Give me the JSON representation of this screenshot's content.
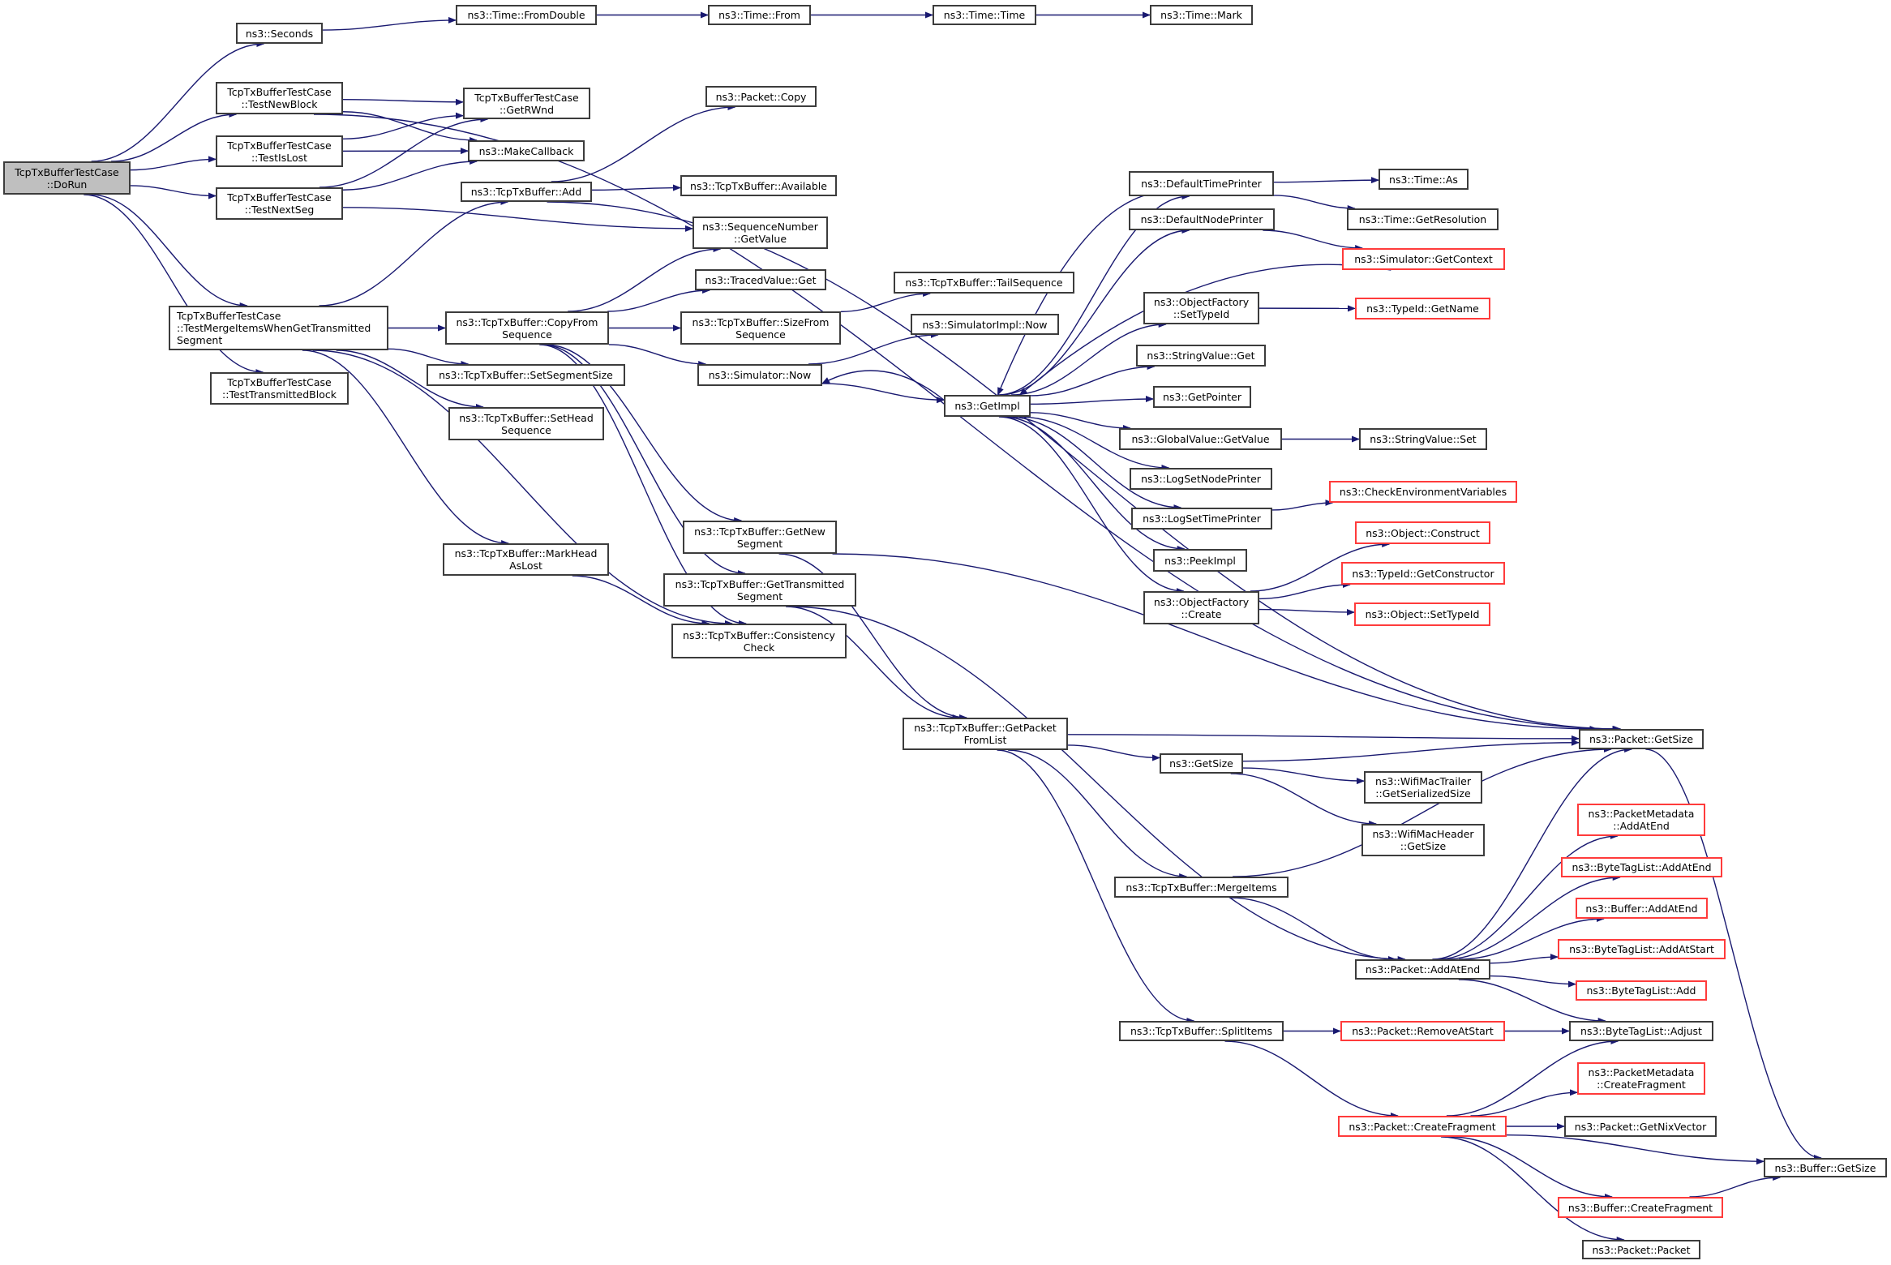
{
  "diagram": {
    "type": "call-graph",
    "edge_color": "#191970",
    "root_fill": "#bfbfbf",
    "normal_border": "#3c3c3c",
    "truncated_border": "#ff3b3b",
    "nodes": [
      {
        "id": "dorun",
        "label": "TcpTxBufferTestCase\n::DoRun",
        "style": "root"
      },
      {
        "id": "seconds",
        "label": "ns3::Seconds"
      },
      {
        "id": "fromdouble",
        "label": "ns3::Time::FromDouble"
      },
      {
        "id": "timefrom",
        "label": "ns3::Time::From"
      },
      {
        "id": "timetime",
        "label": "ns3::Time::Time"
      },
      {
        "id": "timemark",
        "label": "ns3::Time::Mark"
      },
      {
        "id": "testnewblock",
        "label": "TcpTxBufferTestCase\n::TestNewBlock"
      },
      {
        "id": "getrwnd",
        "label": "TcpTxBufferTestCase\n::GetRWnd"
      },
      {
        "id": "testislost",
        "label": "TcpTxBufferTestCase\n::TestIsLost"
      },
      {
        "id": "makecallback",
        "label": "ns3::MakeCallback"
      },
      {
        "id": "testnextseg",
        "label": "TcpTxBufferTestCase\n::TestNextSeg"
      },
      {
        "id": "add",
        "label": "ns3::TcpTxBuffer::Add"
      },
      {
        "id": "packetcopy",
        "label": "ns3::Packet::Copy"
      },
      {
        "id": "available",
        "label": "ns3::TcpTxBuffer::Available"
      },
      {
        "id": "seqgetvalue",
        "label": "ns3::SequenceNumber\n::GetValue"
      },
      {
        "id": "testmerge",
        "label": "TcpTxBufferTestCase\n::TestMergeItemsWhenGetTransmitted\nSegment",
        "style": "left"
      },
      {
        "id": "testtransmitted",
        "label": "TcpTxBufferTestCase\n::TestTransmittedBlock"
      },
      {
        "id": "copyfromseq",
        "label": "ns3::TcpTxBuffer::CopyFrom\nSequence"
      },
      {
        "id": "tracedget",
        "label": "ns3::TracedValue::Get"
      },
      {
        "id": "sizefromseq",
        "label": "ns3::TcpTxBuffer::SizeFrom\nSequence"
      },
      {
        "id": "tailseq",
        "label": "ns3::TcpTxBuffer::TailSequence"
      },
      {
        "id": "simimplnow",
        "label": "ns3::SimulatorImpl::Now"
      },
      {
        "id": "simnow",
        "label": "ns3::Simulator::Now"
      },
      {
        "id": "setsegsize",
        "label": "ns3::TcpTxBuffer::SetSegmentSize"
      },
      {
        "id": "setheadseq",
        "label": "ns3::TcpTxBuffer::SetHead\nSequence"
      },
      {
        "id": "getimpl",
        "label": "ns3::GetImpl"
      },
      {
        "id": "markhead",
        "label": "ns3::TcpTxBuffer::MarkHead\nAsLost"
      },
      {
        "id": "getnewseg",
        "label": "ns3::TcpTxBuffer::GetNew\nSegment"
      },
      {
        "id": "gettransseg",
        "label": "ns3::TcpTxBuffer::GetTransmitted\nSegment"
      },
      {
        "id": "consistency",
        "label": "ns3::TcpTxBuffer::Consistency\nCheck"
      },
      {
        "id": "deftimeprinter",
        "label": "ns3::DefaultTimePrinter"
      },
      {
        "id": "defnodeprinter",
        "label": "ns3::DefaultNodePrinter"
      },
      {
        "id": "ofsettypeid",
        "label": "ns3::ObjectFactory\n::SetTypeId"
      },
      {
        "id": "strvalget",
        "label": "ns3::StringValue::Get"
      },
      {
        "id": "getpointer",
        "label": "ns3::GetPointer"
      },
      {
        "id": "gvgetvalue",
        "label": "ns3::GlobalValue::GetValue"
      },
      {
        "id": "logsetnode",
        "label": "ns3::LogSetNodePrinter"
      },
      {
        "id": "logsettime",
        "label": "ns3::LogSetTimePrinter"
      },
      {
        "id": "peekimpl",
        "label": "ns3::PeekImpl"
      },
      {
        "id": "ofcreate",
        "label": "ns3::ObjectFactory\n::Create"
      },
      {
        "id": "timeas",
        "label": "ns3::Time::As"
      },
      {
        "id": "timegetres",
        "label": "ns3::Time::GetResolution"
      },
      {
        "id": "simgetctx",
        "label": "ns3::Simulator::GetContext",
        "style": "red"
      },
      {
        "id": "typeidgetname",
        "label": "ns3::TypeId::GetName",
        "style": "red"
      },
      {
        "id": "strvalset",
        "label": "ns3::StringValue::Set"
      },
      {
        "id": "checkenv",
        "label": "ns3::CheckEnvironmentVariables",
        "style": "red"
      },
      {
        "id": "objconstruct",
        "label": "ns3::Object::Construct",
        "style": "red"
      },
      {
        "id": "typeidgetctor",
        "label": "ns3::TypeId::GetConstructor",
        "style": "red"
      },
      {
        "id": "objsettypeid",
        "label": "ns3::Object::SetTypeId",
        "style": "red"
      },
      {
        "id": "getpktfromlist",
        "label": "ns3::TcpTxBuffer::GetPacket\nFromList"
      },
      {
        "id": "pktgetsize",
        "label": "ns3::Packet::GetSize"
      },
      {
        "id": "getsize",
        "label": "ns3::GetSize"
      },
      {
        "id": "wifitrailer",
        "label": "ns3::WifiMacTrailer\n::GetSerializedSize"
      },
      {
        "id": "wifiheader",
        "label": "ns3::WifiMacHeader\n::GetSize"
      },
      {
        "id": "mergeitems",
        "label": "ns3::TcpTxBuffer::MergeItems"
      },
      {
        "id": "pktaddatend",
        "label": "ns3::Packet::AddAtEnd"
      },
      {
        "id": "pmaddatend",
        "label": "ns3::PacketMetadata\n::AddAtEnd",
        "style": "red"
      },
      {
        "id": "btladdatend",
        "label": "ns3::ByteTagList::AddAtEnd",
        "style": "red"
      },
      {
        "id": "bufaddatend",
        "label": "ns3::Buffer::AddAtEnd",
        "style": "red"
      },
      {
        "id": "btladdatstart",
        "label": "ns3::ByteTagList::AddAtStart",
        "style": "red"
      },
      {
        "id": "btladd",
        "label": "ns3::ByteTagList::Add",
        "style": "red"
      },
      {
        "id": "btladjust",
        "label": "ns3::ByteTagList::Adjust"
      },
      {
        "id": "splititems",
        "label": "ns3::TcpTxBuffer::SplitItems"
      },
      {
        "id": "removeatstart",
        "label": "ns3::Packet::RemoveAtStart",
        "style": "red"
      },
      {
        "id": "pmcreatefrag",
        "label": "ns3::PacketMetadata\n::CreateFragment",
        "style": "red"
      },
      {
        "id": "pktcreatefrag",
        "label": "ns3::Packet::CreateFragment",
        "style": "red"
      },
      {
        "id": "getnixvector",
        "label": "ns3::Packet::GetNixVector"
      },
      {
        "id": "bufgetsize",
        "label": "ns3::Buffer::GetSize"
      },
      {
        "id": "bufcreatefrag",
        "label": "ns3::Buffer::CreateFragment",
        "style": "red"
      },
      {
        "id": "pktpacket",
        "label": "ns3::Packet::Packet"
      }
    ],
    "edges": [
      [
        "dorun",
        "seconds"
      ],
      [
        "dorun",
        "testnewblock"
      ],
      [
        "dorun",
        "testislost"
      ],
      [
        "dorun",
        "testnextseg"
      ],
      [
        "dorun",
        "testmerge"
      ],
      [
        "dorun",
        "testtransmitted"
      ],
      [
        "seconds",
        "fromdouble"
      ],
      [
        "fromdouble",
        "timefrom"
      ],
      [
        "timefrom",
        "timetime"
      ],
      [
        "timetime",
        "timemark"
      ],
      [
        "testnewblock",
        "getrwnd"
      ],
      [
        "testnewblock",
        "makecallback"
      ],
      [
        "testnewblock",
        "pktgetsize"
      ],
      [
        "testislost",
        "getrwnd"
      ],
      [
        "testislost",
        "makecallback"
      ],
      [
        "testnextseg",
        "getrwnd"
      ],
      [
        "testnextseg",
        "makecallback"
      ],
      [
        "testnextseg",
        "seqgetvalue"
      ],
      [
        "testmerge",
        "add"
      ],
      [
        "testmerge",
        "copyfromseq"
      ],
      [
        "testmerge",
        "setsegsize"
      ],
      [
        "testmerge",
        "setheadseq"
      ],
      [
        "testmerge",
        "markhead"
      ],
      [
        "testmerge",
        "consistency"
      ],
      [
        "add",
        "packetcopy"
      ],
      [
        "add",
        "available"
      ],
      [
        "add",
        "pktgetsize"
      ],
      [
        "copyfromseq",
        "seqgetvalue"
      ],
      [
        "copyfromseq",
        "tracedget"
      ],
      [
        "copyfromseq",
        "sizefromseq"
      ],
      [
        "copyfromseq",
        "simnow"
      ],
      [
        "copyfromseq",
        "getnewseg"
      ],
      [
        "copyfromseq",
        "gettransseg"
      ],
      [
        "copyfromseq",
        "consistency"
      ],
      [
        "sizefromseq",
        "tailseq"
      ],
      [
        "simnow",
        "simimplnow"
      ],
      [
        "simnow",
        "getimpl"
      ],
      [
        "getimpl",
        "simnow"
      ],
      [
        "getimpl",
        "deftimeprinter"
      ],
      [
        "getimpl",
        "defnodeprinter"
      ],
      [
        "getimpl",
        "ofsettypeid"
      ],
      [
        "getimpl",
        "strvalget"
      ],
      [
        "getimpl",
        "getpointer"
      ],
      [
        "getimpl",
        "gvgetvalue"
      ],
      [
        "getimpl",
        "logsetnode"
      ],
      [
        "getimpl",
        "logsettime"
      ],
      [
        "getimpl",
        "peekimpl"
      ],
      [
        "getimpl",
        "ofcreate"
      ],
      [
        "simgetctx",
        "getimpl"
      ],
      [
        "deftimeprinter",
        "timeas"
      ],
      [
        "deftimeprinter",
        "timegetres"
      ],
      [
        "deftimeprinter",
        "getimpl"
      ],
      [
        "defnodeprinter",
        "simgetctx"
      ],
      [
        "ofsettypeid",
        "typeidgetname"
      ],
      [
        "gvgetvalue",
        "strvalset"
      ],
      [
        "logsettime",
        "checkenv"
      ],
      [
        "ofcreate",
        "objconstruct"
      ],
      [
        "ofcreate",
        "typeidgetctor"
      ],
      [
        "ofcreate",
        "objsettypeid"
      ],
      [
        "markhead",
        "consistency"
      ],
      [
        "getnewseg",
        "getpktfromlist"
      ],
      [
        "getnewseg",
        "pktgetsize"
      ],
      [
        "gettransseg",
        "getpktfromlist"
      ],
      [
        "gettransseg",
        "pktaddatend"
      ],
      [
        "getpktfromlist",
        "pktgetsize"
      ],
      [
        "getpktfromlist",
        "getsize"
      ],
      [
        "getpktfromlist",
        "mergeitems"
      ],
      [
        "getpktfromlist",
        "splititems"
      ],
      [
        "getsize",
        "pktgetsize"
      ],
      [
        "getsize",
        "wifitrailer"
      ],
      [
        "getsize",
        "wifiheader"
      ],
      [
        "mergeitems",
        "pktgetsize"
      ],
      [
        "mergeitems",
        "pktaddatend"
      ],
      [
        "pktaddatend",
        "pktgetsize"
      ],
      [
        "pktaddatend",
        "pmaddatend"
      ],
      [
        "pktaddatend",
        "btladdatend"
      ],
      [
        "pktaddatend",
        "bufaddatend"
      ],
      [
        "pktaddatend",
        "btladdatstart"
      ],
      [
        "pktaddatend",
        "btladd"
      ],
      [
        "pktaddatend",
        "btladjust"
      ],
      [
        "pktgetsize",
        "bufgetsize"
      ],
      [
        "splititems",
        "removeatstart"
      ],
      [
        "splititems",
        "pktcreatefrag"
      ],
      [
        "removeatstart",
        "btladjust"
      ],
      [
        "pktcreatefrag",
        "btladjust"
      ],
      [
        "pktcreatefrag",
        "pmcreatefrag"
      ],
      [
        "pktcreatefrag",
        "getnixvector"
      ],
      [
        "pktcreatefrag",
        "bufgetsize"
      ],
      [
        "pktcreatefrag",
        "bufcreatefrag"
      ],
      [
        "pktcreatefrag",
        "pktpacket"
      ],
      [
        "bufcreatefrag",
        "bufgetsize"
      ]
    ]
  }
}
